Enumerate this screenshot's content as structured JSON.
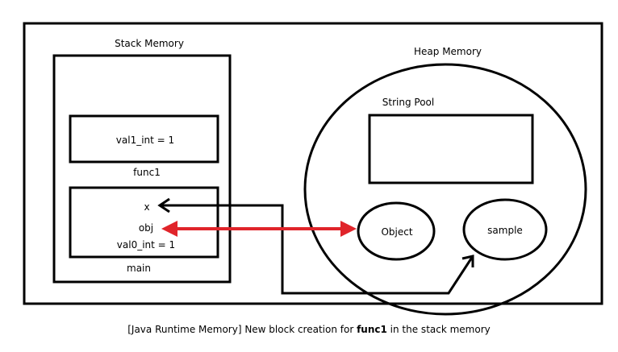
{
  "stack": {
    "title": "Stack Memory",
    "frames": {
      "func1": {
        "label": "func1",
        "var": "val1_int = 1"
      },
      "main": {
        "label": "main",
        "vars": [
          "x",
          "obj",
          "val0_int = 1"
        ]
      }
    }
  },
  "heap": {
    "title": "Heap Memory",
    "string_pool": "String Pool",
    "objects": [
      "Object",
      "sample"
    ]
  },
  "caption": {
    "before": "[Java Runtime Memory] New block creation for ",
    "bold": "func1",
    "after": " in the stack memory"
  },
  "colors": {
    "line": "#000000",
    "highlight_arrow": "#e0242a"
  }
}
